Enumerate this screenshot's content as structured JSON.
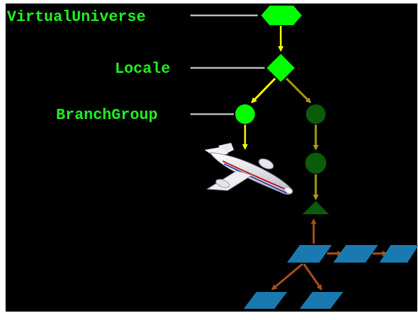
{
  "labels": {
    "virtual_universe": "VirtualUniverse",
    "locale": "Locale",
    "branch_group": "BranchGroup"
  },
  "colors": {
    "background": "#000000",
    "label_text": "#22ee22",
    "connector_line": "#bbbbbb",
    "bright_node": "#00ff00",
    "dark_node": "#0a5c0a",
    "bright_arrow": "#ffff00",
    "olive_arrow": "#a89a1a",
    "brown_arrow": "#a8501a",
    "panel_blue": "#1a7ab0"
  },
  "icons": {
    "airplane": "airplane-icon",
    "space_station": "space-station-panels"
  }
}
